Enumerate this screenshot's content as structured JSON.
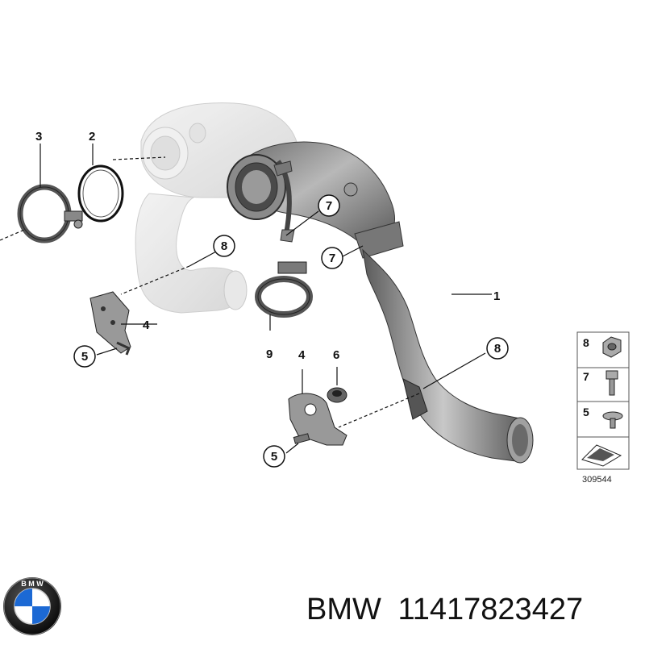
{
  "part_labels": {
    "p1": "1",
    "p2": "2",
    "p3": "3",
    "p4a": "4",
    "p4b": "4",
    "p5a": "5",
    "p5b": "5",
    "p6": "6",
    "p7a": "7",
    "p7b": "7",
    "p8a": "8",
    "p8b": "8",
    "p9": "9"
  },
  "legend": {
    "items": [
      {
        "number": "8",
        "icon": "flange-nut-icon"
      },
      {
        "number": "7",
        "icon": "hex-bolt-icon"
      },
      {
        "number": "5",
        "icon": "countersunk-screw-icon"
      }
    ],
    "arrow_icon": "direction-arrow-icon"
  },
  "diagram_id": "309544",
  "brand": {
    "name": "BMW",
    "part_number": "11417823427",
    "logo_text": "B M W"
  }
}
